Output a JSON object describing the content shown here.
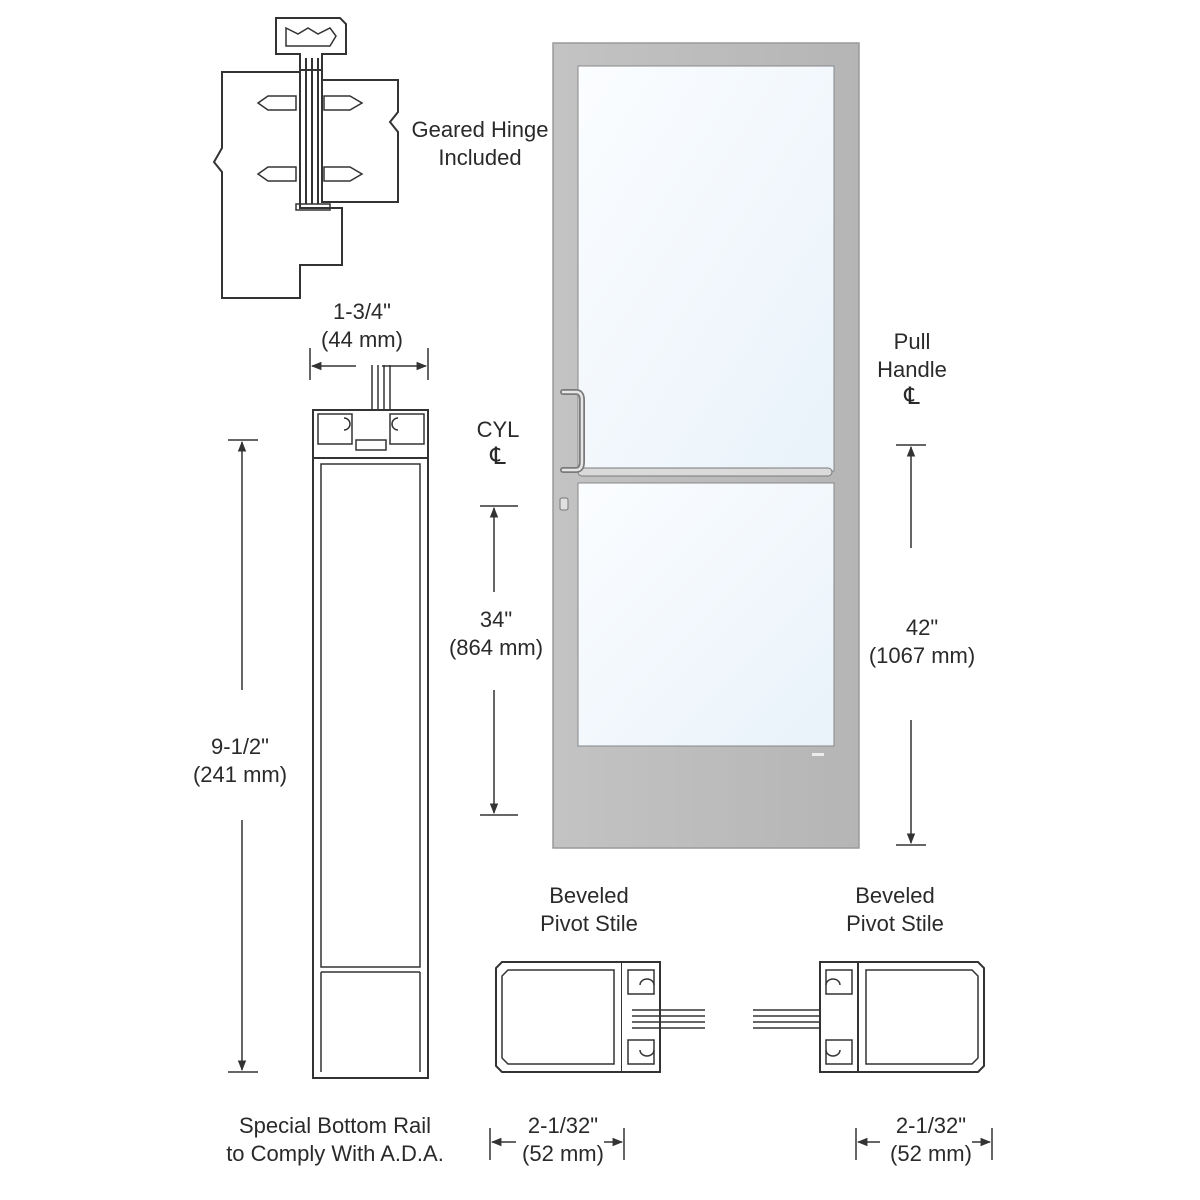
{
  "labels": {
    "geared_hinge": [
      "Geared Hinge",
      "Included"
    ],
    "top_width": [
      "1-3/4\"",
      "(44 mm)"
    ],
    "rail_height": [
      "9-1/2\"",
      "(241 mm)"
    ],
    "bottom_rail_note": [
      "Special Bottom Rail",
      "to Comply With A.D.A."
    ],
    "cyl": "CYL",
    "cyl_centerline": "℄",
    "cyl_height": [
      "34\"",
      "(864 mm)"
    ],
    "pull_handle": [
      "Pull",
      "Handle"
    ],
    "pull_centerline": "℄",
    "pull_height": [
      "42\"",
      "(1067 mm)"
    ],
    "pivot_stile_left": [
      "Beveled",
      "Pivot Stile"
    ],
    "pivot_stile_right": [
      "Beveled",
      "Pivot Stile"
    ],
    "stile_width_left": [
      "2-1/32\"",
      "(52 mm)"
    ],
    "stile_width_right": [
      "2-1/32\"",
      "(52 mm)"
    ]
  },
  "colors": {
    "door_frame": "#bdbdbd",
    "door_frame_edge": "#9a9a9a",
    "glass": "#f3f8fc",
    "line": "#333333"
  }
}
